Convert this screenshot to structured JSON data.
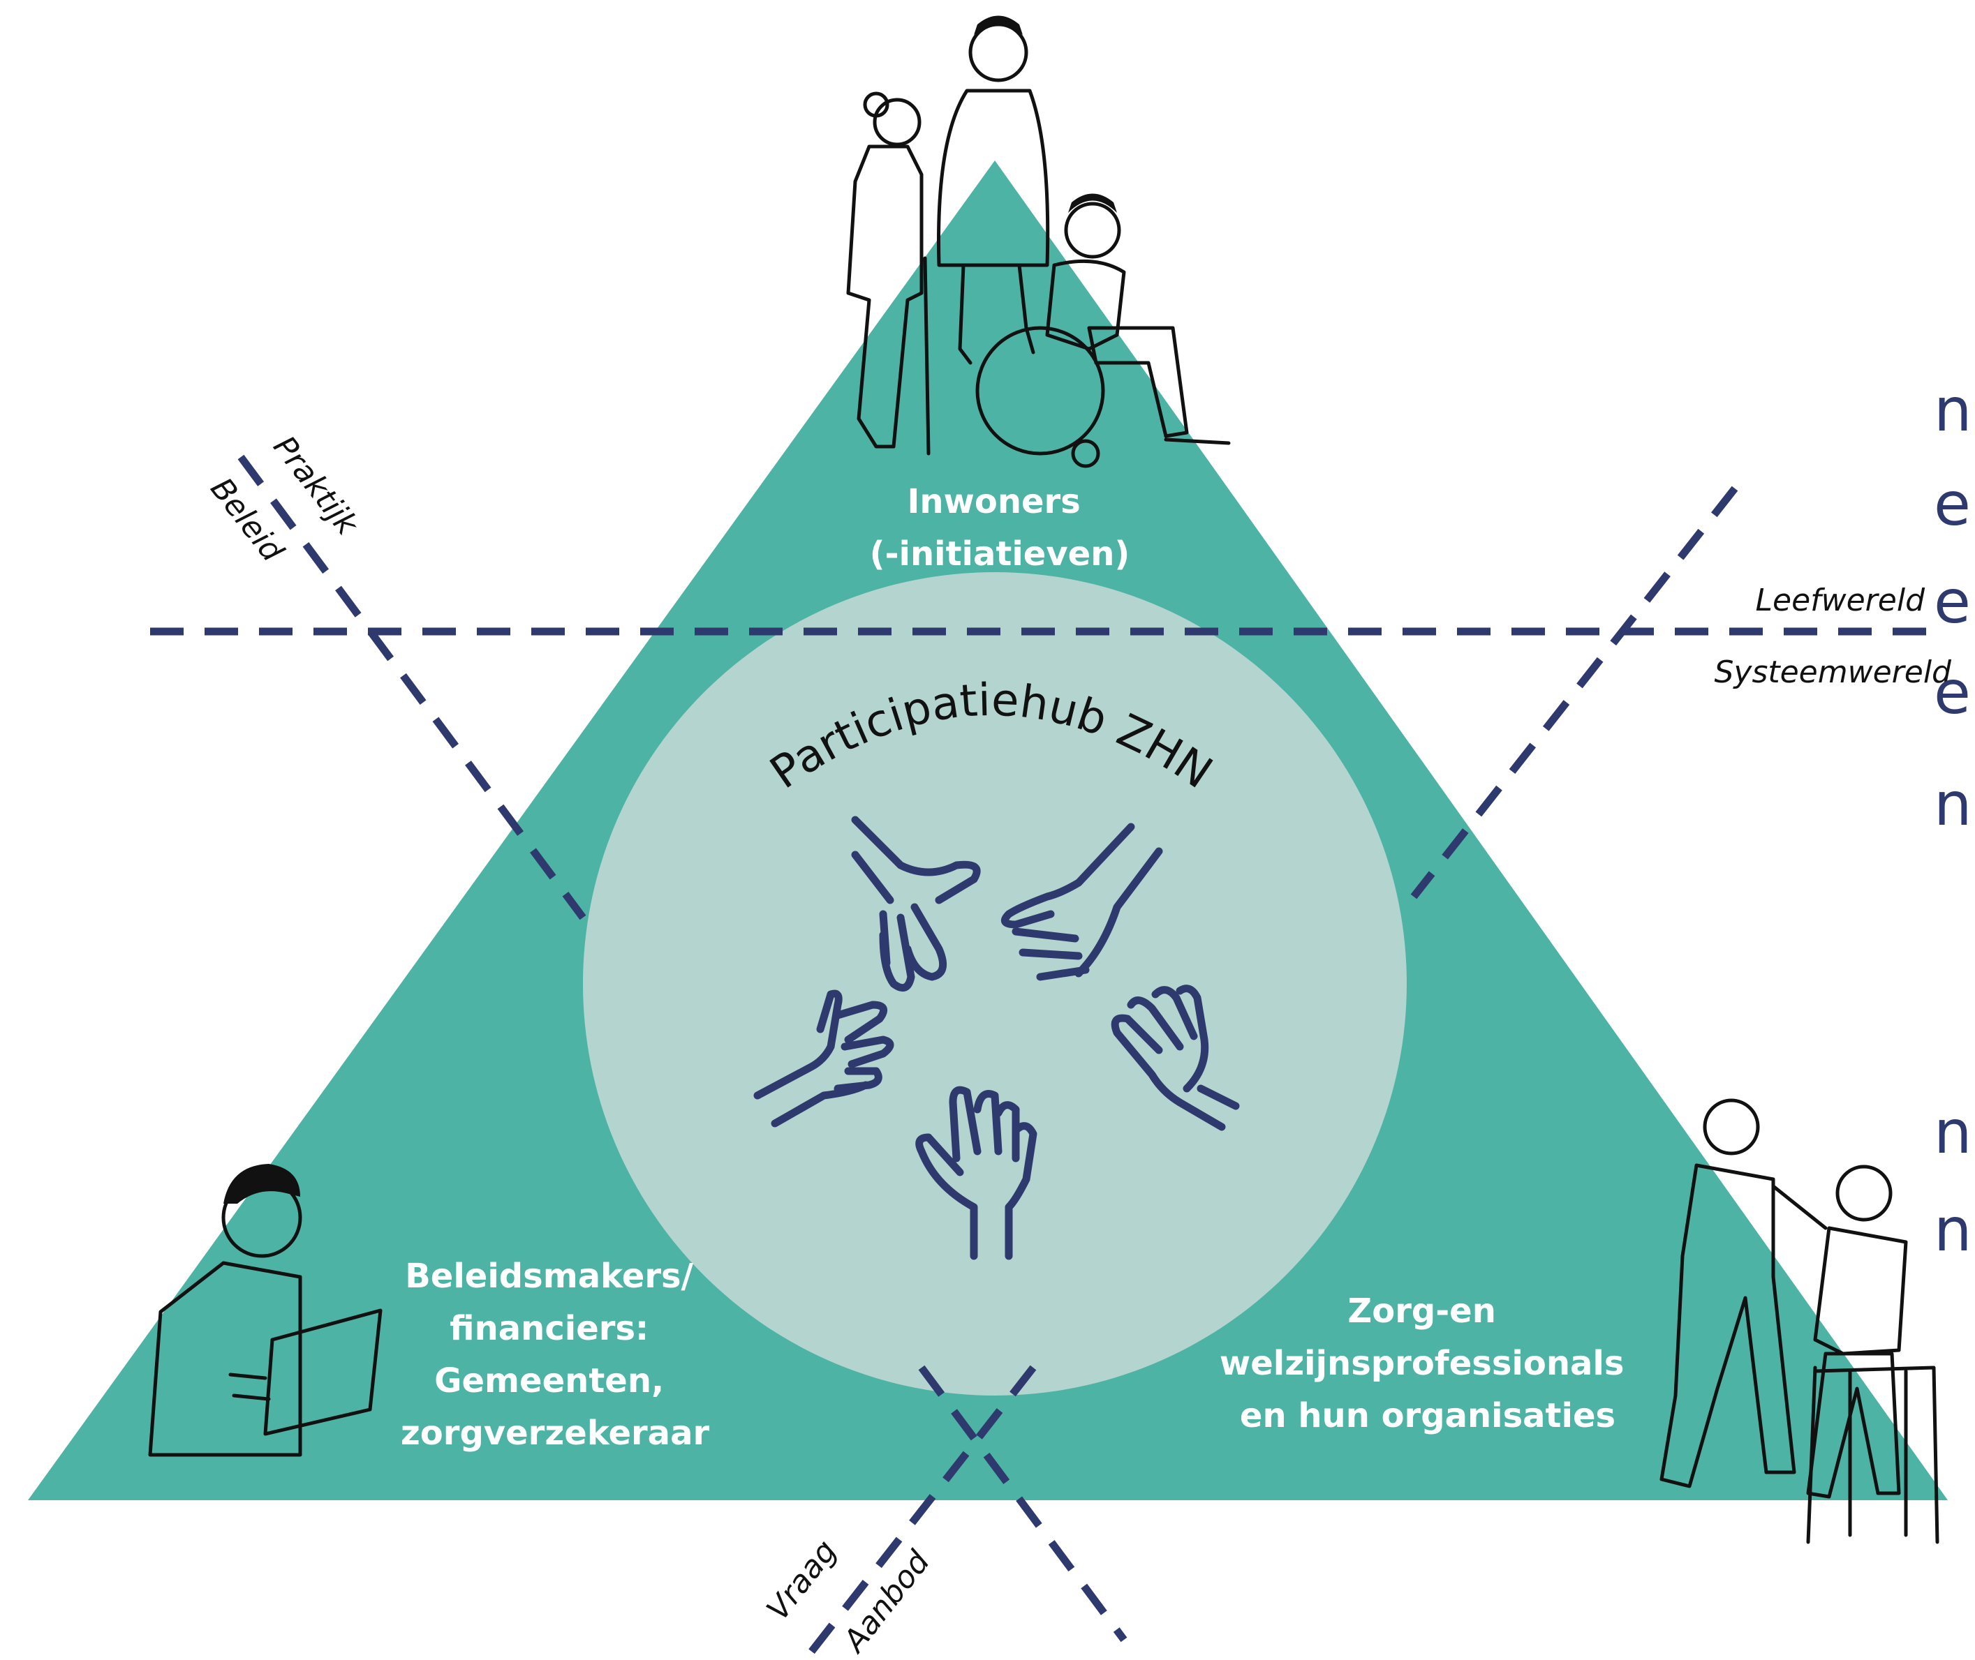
{
  "edge_fragments": [
    "n",
    "e",
    "e",
    "e",
    "n",
    "n",
    "n"
  ],
  "hub": {
    "title": "Participatiehub ZHN"
  },
  "corners": {
    "top": {
      "line1": "Inwoners",
      "line2": "(-initiatieven)"
    },
    "left": {
      "line1": "Beleidsmakers/",
      "line2": "financiers:",
      "line3": "Gemeenten,",
      "line4": "zorgverzekeraar"
    },
    "right": {
      "line1": "Zorg-en",
      "line2": "welzijnsprofessionals",
      "line3": "en hun organisaties"
    }
  },
  "axes": {
    "praktijk": "Praktijk",
    "beleid": "Beleid",
    "leefwereld": "Leefwereld",
    "systeemwereld": "Systeemwereld",
    "vraag": "Vraag",
    "aanbod": "Aanbod"
  },
  "colors": {
    "triangle": "#4db3a4",
    "circle": "#b4d4cf",
    "dashes": "#2e3a6e",
    "hands": "#2e3a6e"
  },
  "icons": [
    "residents-illustration",
    "policymaker-illustration",
    "caregiver-illustration",
    "hands-icon"
  ]
}
